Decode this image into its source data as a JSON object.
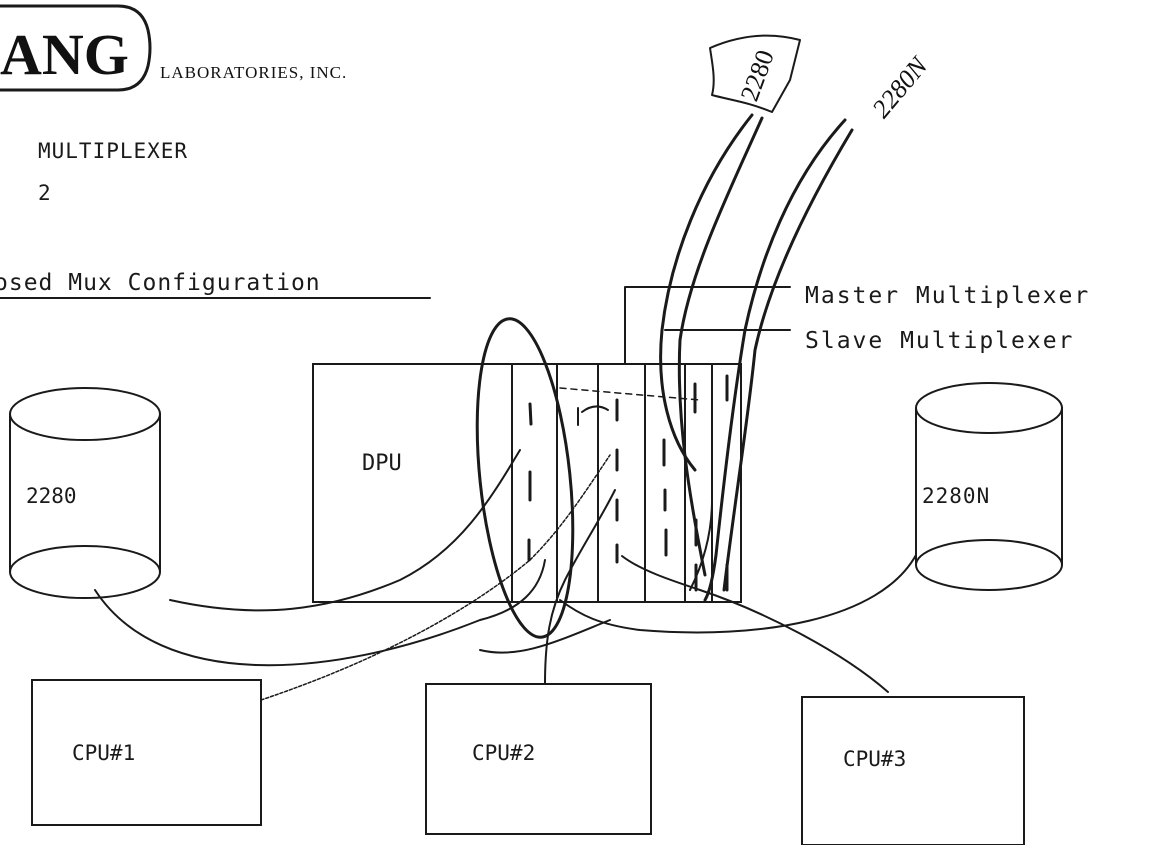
{
  "header": {
    "logo_text": "ANG",
    "company": "LABORATORIES, INC.",
    "subject": "MULTIPLEXER",
    "page_number": "2"
  },
  "diagram": {
    "title": "osed Mux Configuration",
    "dpu_label": "DPU",
    "master_label": "Master Multiplexer",
    "slave_label": "Slave Multiplexer",
    "disk_left_label": "2280",
    "disk_right_label": "2280N",
    "cpu1_label": "CPU#1",
    "cpu2_label": "CPU#2",
    "cpu3_label": "CPU#3"
  },
  "annotations": {
    "tag_text": "2280",
    "diagonal_text": "2280N"
  },
  "colors": {
    "ink": "#1a1a1a",
    "paper": "#ffffff"
  }
}
